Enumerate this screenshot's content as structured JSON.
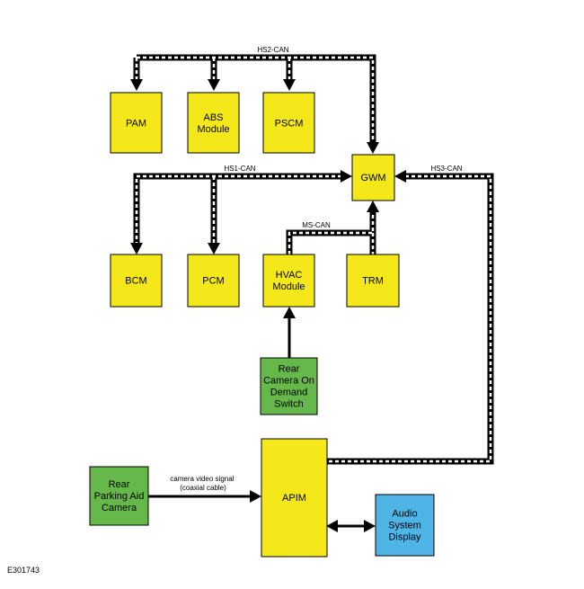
{
  "colors": {
    "ecu_fill": "#f5e81a",
    "sensor_fill": "#66b84a",
    "display_fill": "#4fb4e6",
    "stroke": "#000000",
    "bus_dash": "#ffffff"
  },
  "figure_id": "E301743",
  "buses": {
    "hs2": "HS2-CAN",
    "hs1": "HS1-CAN",
    "ms": "MS-CAN",
    "hs3": "HS3-CAN"
  },
  "modules": {
    "pam": [
      "PAM"
    ],
    "abs": [
      "ABS",
      "Module"
    ],
    "pscm": [
      "PSCM"
    ],
    "gwm": [
      "GWM"
    ],
    "bcm": [
      "BCM"
    ],
    "pcm": [
      "PCM"
    ],
    "hvac": [
      "HVAC",
      "Module"
    ],
    "trm": [
      "TRM"
    ],
    "rear_camera_switch": [
      "Rear",
      "Camera On",
      "Demand",
      "Switch"
    ],
    "apim": [
      "APIM"
    ],
    "rear_parking_aid_camera": [
      "Rear",
      "Parking Aid",
      "Camera"
    ],
    "audio_display": [
      "Audio",
      "System",
      "Display"
    ]
  },
  "links": {
    "camera_video": [
      "camera video signal",
      "(coaxial cable)"
    ]
  }
}
